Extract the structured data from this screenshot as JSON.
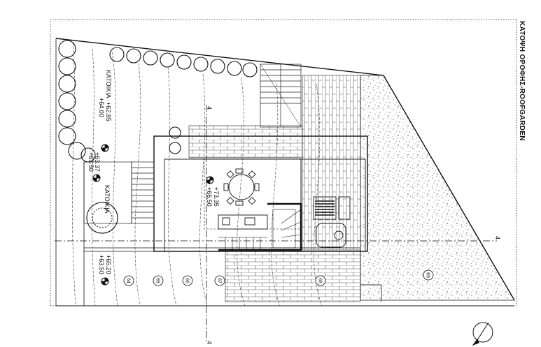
{
  "title": "ΚΑΤΟΨΗ ΟΡΟΦΗΣ-ROOFGARDEN",
  "labels": {
    "katoikia_1": "ΚΑΤΟΙΚΙΑ",
    "level_a1": "+62.85",
    "level_a2": "+64.00",
    "level_b1": "+63.37",
    "level_b2": "+63.50",
    "level_c1": "+73.35",
    "level_c2": "+66.50",
    "katoikia_2": "ΚΑΤΟΙΚΙΑ",
    "level_d1": "+65.20",
    "level_d2": "+63.50"
  },
  "contours": [
    "64",
    "65",
    "66",
    "67",
    "68",
    "69"
  ],
  "section_marks": {
    "top": "4",
    "bottom": "4",
    "right": "4"
  }
}
